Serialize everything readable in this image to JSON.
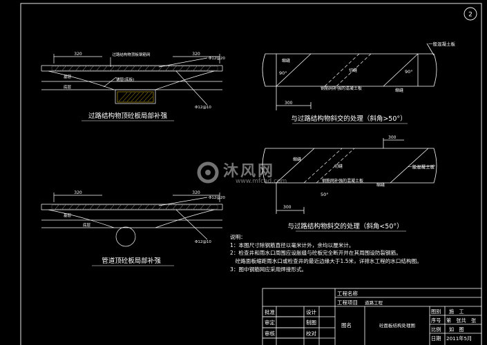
{
  "sheet": {
    "number": "2"
  },
  "details": {
    "culvert": {
      "title": "过路结构物顶砼板局部补强",
      "left_dim": "320",
      "right_dim": "320",
      "top_label": "过路结构物顶板钢筋网",
      "rebar_top": "Φ12@20",
      "rebar_bottom": "Φ12@10",
      "layer_mid": "铺层(底板)",
      "layer_side": "基层",
      "layer_bottom": "底层"
    },
    "pipe": {
      "title": "管道顶砼板局部补强",
      "left_dim": "320",
      "right_dim": "320",
      "rebar_top": "Φ12@20",
      "rebar_bottom": "Φ12@10",
      "layer_side": "基层",
      "layer_bottom": "底层"
    },
    "skew_gt50": {
      "title": "与过路结构物斜交的处理（斜角>50°）",
      "label_slab": "一般混凝土板",
      "label_seam_left": "缩缝",
      "label_seam_right": "缩缝",
      "label_cut": "切缝",
      "label_mesh": "钢筋网补强的混凝土板",
      "angle_left": "90°",
      "angle_right": "90°",
      "dim": "300"
    },
    "skew_lt50": {
      "title": "与过路结构物斜交的处理（斜角<50°）",
      "label_slab": "一般混凝土板",
      "label_seam_left": "缩缝",
      "label_seam_right": "缩缝",
      "label_cut": "切缝",
      "label_mesh": "钢筋网补强的混凝土板",
      "angle": "50°",
      "dim_top": "300",
      "dim_bottom": "300"
    }
  },
  "notes": {
    "heading": "说明：",
    "lines": [
      "1：本图尺寸除钢筋直径以毫米计外，余均以厘米计。",
      "2：检查井和雨水口周围应设胀缝与砼板完全断开并在其周围设防裂钢筋。",
      "　砼路面板缩距雨水口或检查井的最近边缘大于1.5米，详排水工程的水口结构图。",
      "3：图中钢筋网应采用焊接形式。"
    ]
  },
  "title_block": {
    "project_name_label": "工程名称",
    "project_item_label": "工程项目",
    "project_item_value": "道路工程",
    "approve": "批准",
    "design": "设计",
    "review": "审定",
    "draw": "制图",
    "check": "审核",
    "verify": "校对",
    "drawing_name_label": "图名",
    "drawing_name_value": "砼面板结构处理图",
    "category_label": "图别",
    "category_value": "施　工",
    "serial_label": "序号",
    "serial_value": "第　张共　张",
    "scale_label": "比例",
    "scale_value": "如　图",
    "date_label": "日期",
    "date_value": "2011年5月"
  },
  "watermark": {
    "brand": "沐风网",
    "url": "www.mfcad.com"
  }
}
